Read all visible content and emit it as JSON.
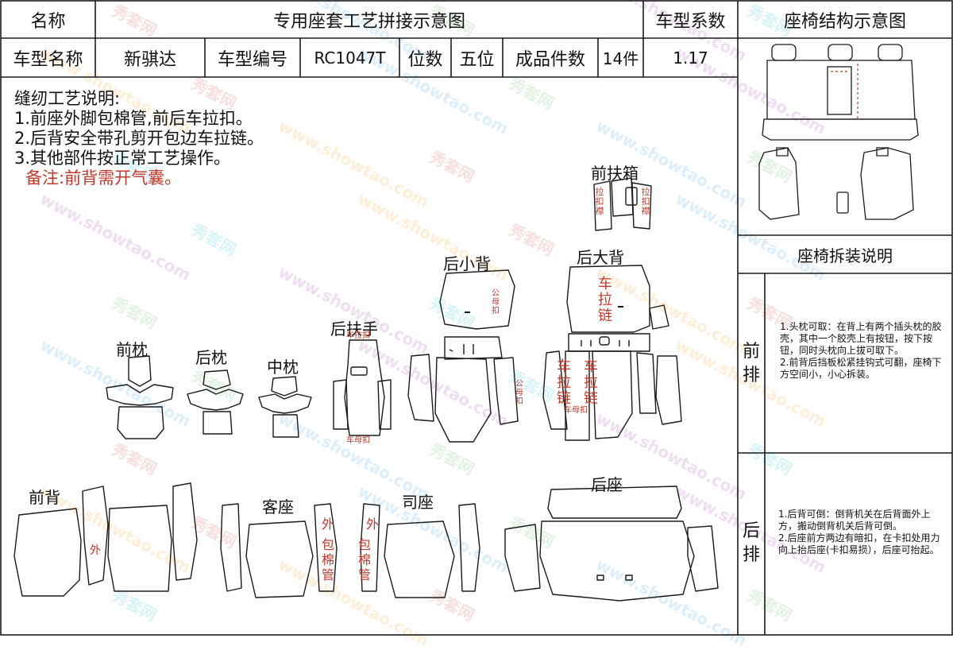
{
  "header": {
    "name_label": "名称",
    "diagram_title": "专用座套工艺拼接示意图",
    "coef_label": "车型系数",
    "structure_title": "座椅结构示意图",
    "model_name_label": "车型名称",
    "model_name_value": "新骐达",
    "model_code_label": "车型编号",
    "model_code_value": "RC1047T",
    "seats_label": "位数",
    "seats_value": "五位",
    "pieces_label": "成品件数",
    "pieces_value": "14件",
    "coef_value": "1.17"
  },
  "notes": {
    "title": "缝纫工艺说明:",
    "items": [
      "1.前座外脚包棉管,前后车拉扣。",
      "2.后背安全带孔剪开包边车拉链。",
      "3.其他部件按正常工艺操作。"
    ],
    "remark": "备注:前背需开气囊。"
  },
  "parts": {
    "front_armrest_box": "前扶箱",
    "rear_small_back": "后小背",
    "rear_large_back": "后大背",
    "rear_armrest": "后扶手",
    "front_headrest": "前枕",
    "rear_headrest": "后枕",
    "middle_headrest": "中枕",
    "front_back": "前背",
    "passenger_seat": "客座",
    "driver_seat": "司座",
    "rear_seat": "后座"
  },
  "annotations": {
    "zip": "车拉链",
    "pull_buckle": "拉扣",
    "pull_buckle_tab": "拉扣 襟",
    "male_buckle": "公母扣",
    "female_buckle": "车母扣",
    "sew_pull_buckle": "车拉扣",
    "outer": "外",
    "foam_tube": "包棉管"
  },
  "sidebar": {
    "disassembly_title": "座椅拆装说明",
    "front_row_label": "前排",
    "front_row_text": "1.头枕可取：在背上有两个插头枕的胶壳，其中一个胶壳上有按钮，按下按钮，同时头枕向上拔可取下。\n2.前背后挡板松紧挂钩式可翻，座椅下方空间小，小心拆装。",
    "rear_row_label": "后排",
    "rear_row_text": "1.后背可倒：倒背机关在后背面外上方，搬动倒背机关后背可倒。\n2.后座前方两边有暗扣，在卡扣处用力向上抬后座(卡扣易损），后座可抬起。"
  },
  "watermark": {
    "text_url": "www.showtao.com",
    "text_brand": "秀套网",
    "colors": [
      "#e57373",
      "#64b5f6",
      "#81c784",
      "#ba68c8",
      "#4dd0e1",
      "#ffb74d"
    ]
  },
  "colors": {
    "line": "#1a1a1a",
    "annotation_red": "#c0392b"
  }
}
